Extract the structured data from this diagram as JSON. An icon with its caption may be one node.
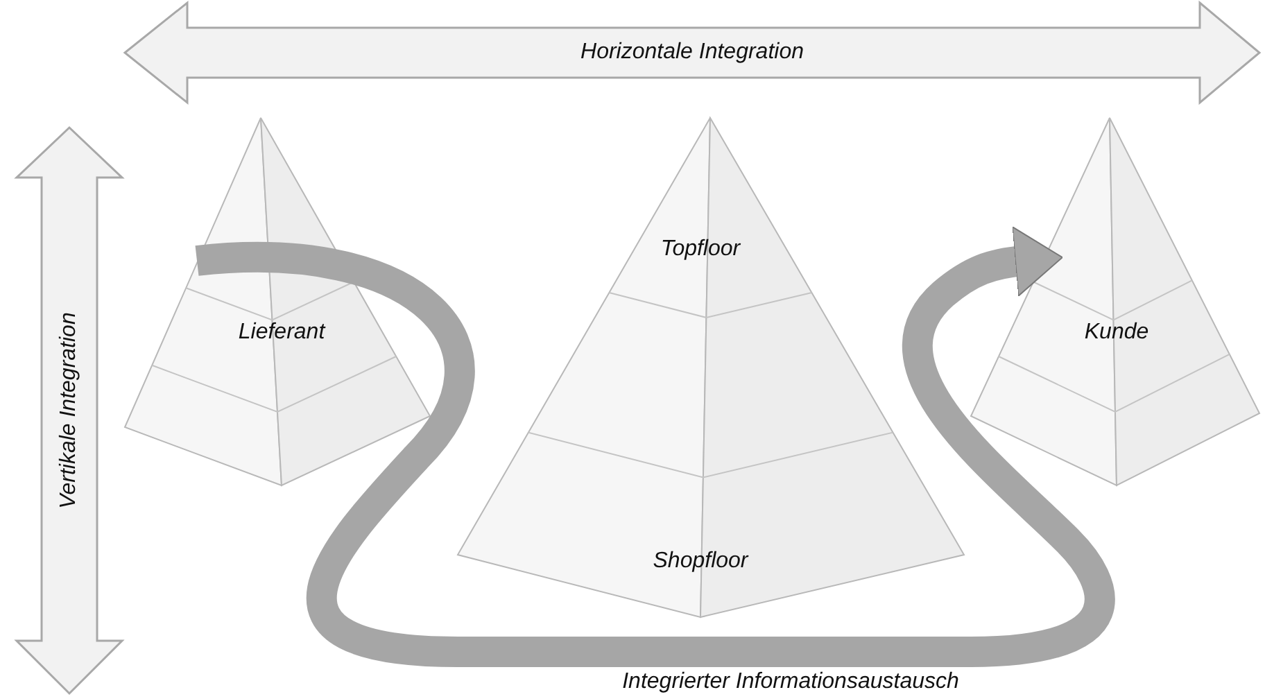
{
  "diagram": {
    "nodes": [
      {
        "text": [
          "Lieferant"
        ]
      },
      {
        "text": [
          "Topfloor",
          "Shopfloor"
        ]
      },
      {
        "text": [
          "Kunde"
        ]
      }
    ],
    "edges": [
      {
        "from": 0,
        "to": 2,
        "arrow": "to",
        "label": "Integrierter Informationsaustausch"
      }
    ],
    "labels": [
      "Horizontale Integration",
      "Vertikale Integration"
    ]
  }
}
